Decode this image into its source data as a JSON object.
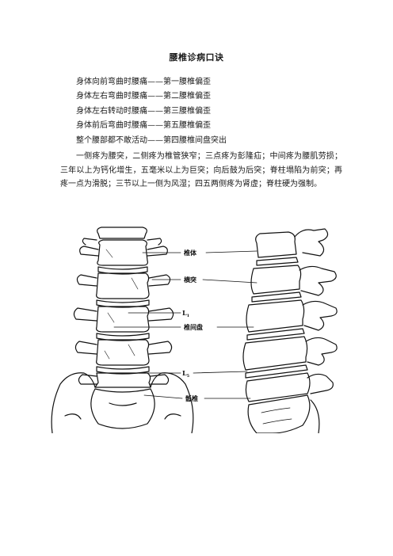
{
  "doc": {
    "title": "腰椎诊病口诀",
    "lines": [
      "身体向前弯曲时腰痛——第一腰椎偏歪",
      "身体左右弯曲时腰痛——第二腰椎偏歪",
      "身体左右转动时腰痛——第三腰椎偏歪",
      "身体前后弯曲时腰痛——第五腰椎偏歪",
      "整个腰部都不敢活动——第四腰椎间盘突出"
    ],
    "paragraph": "一侧疼为腰突，二侧疼为椎管狭窄；三点疼为彭隆疝；中间疼为腰肌劳损；三年以上为钙化增生，五毫米以上为巨突；向后鼓为后突；脊柱塌陷为前突；再疼一点为滑脱；三节以上一侧为风湿；四五两侧疼为肾虚；脊柱硬为强制。"
  },
  "figure": {
    "labels": {
      "vertebral_body": "椎体",
      "transverse_process": "横突",
      "l1": "L",
      "l1_sub": "1",
      "disc": "椎间盘",
      "l5": "L",
      "l5_sub": "5",
      "sacrum": "骶椎"
    }
  }
}
